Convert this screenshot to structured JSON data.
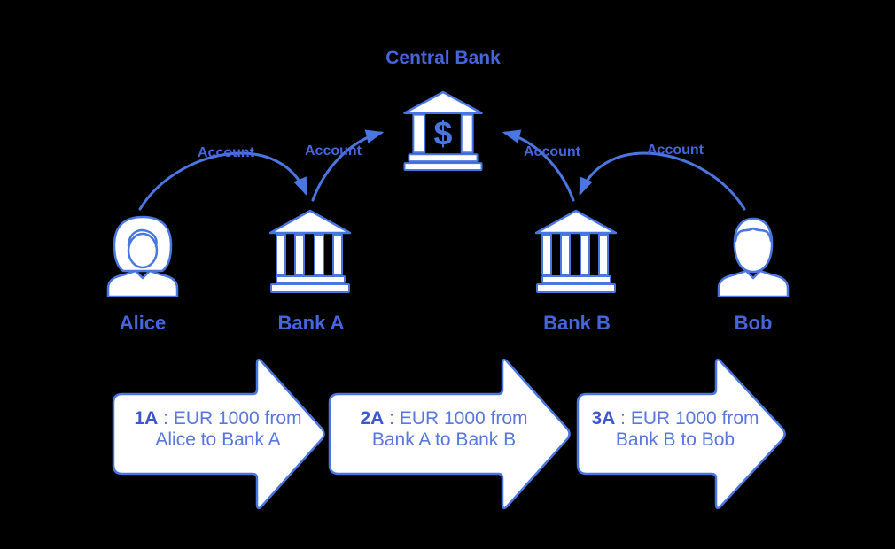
{
  "colors": {
    "background": "#000000",
    "stroke": "#4A76E2",
    "fill": "#FFFFFF",
    "label_text": "#4565DC",
    "flow_text": "#5878DD",
    "flow_step_text": "#3D55CE"
  },
  "title": "Central Bank",
  "entities": {
    "alice": {
      "label": "Alice",
      "type": "person"
    },
    "bank_a": {
      "label": "Bank A",
      "type": "bank"
    },
    "central_bank": {
      "label": "Central Bank",
      "type": "central-bank"
    },
    "bank_b": {
      "label": "Bank B",
      "type": "bank"
    },
    "bob": {
      "label": "Bob",
      "type": "person"
    }
  },
  "account_links": [
    {
      "from": "Alice",
      "to": "Bank A",
      "label": "Account"
    },
    {
      "from": "Bank A",
      "to": "Central Bank",
      "label": "Account"
    },
    {
      "from": "Bank B",
      "to": "Central Bank",
      "label": "Account"
    },
    {
      "from": "Bob",
      "to": "Bank B",
      "label": "Account"
    }
  ],
  "flows": [
    {
      "step": "1A",
      "line1_rest": " : EUR 1000 from",
      "line2": "Alice to Bank A"
    },
    {
      "step": "2A",
      "line1_rest": " : EUR 1000 from",
      "line2": "Bank A to Bank B"
    },
    {
      "step": "3A",
      "line1_rest": " : EUR 1000 from",
      "line2": "Bank B to Bob"
    }
  ],
  "icons": {
    "dollar": "$"
  }
}
